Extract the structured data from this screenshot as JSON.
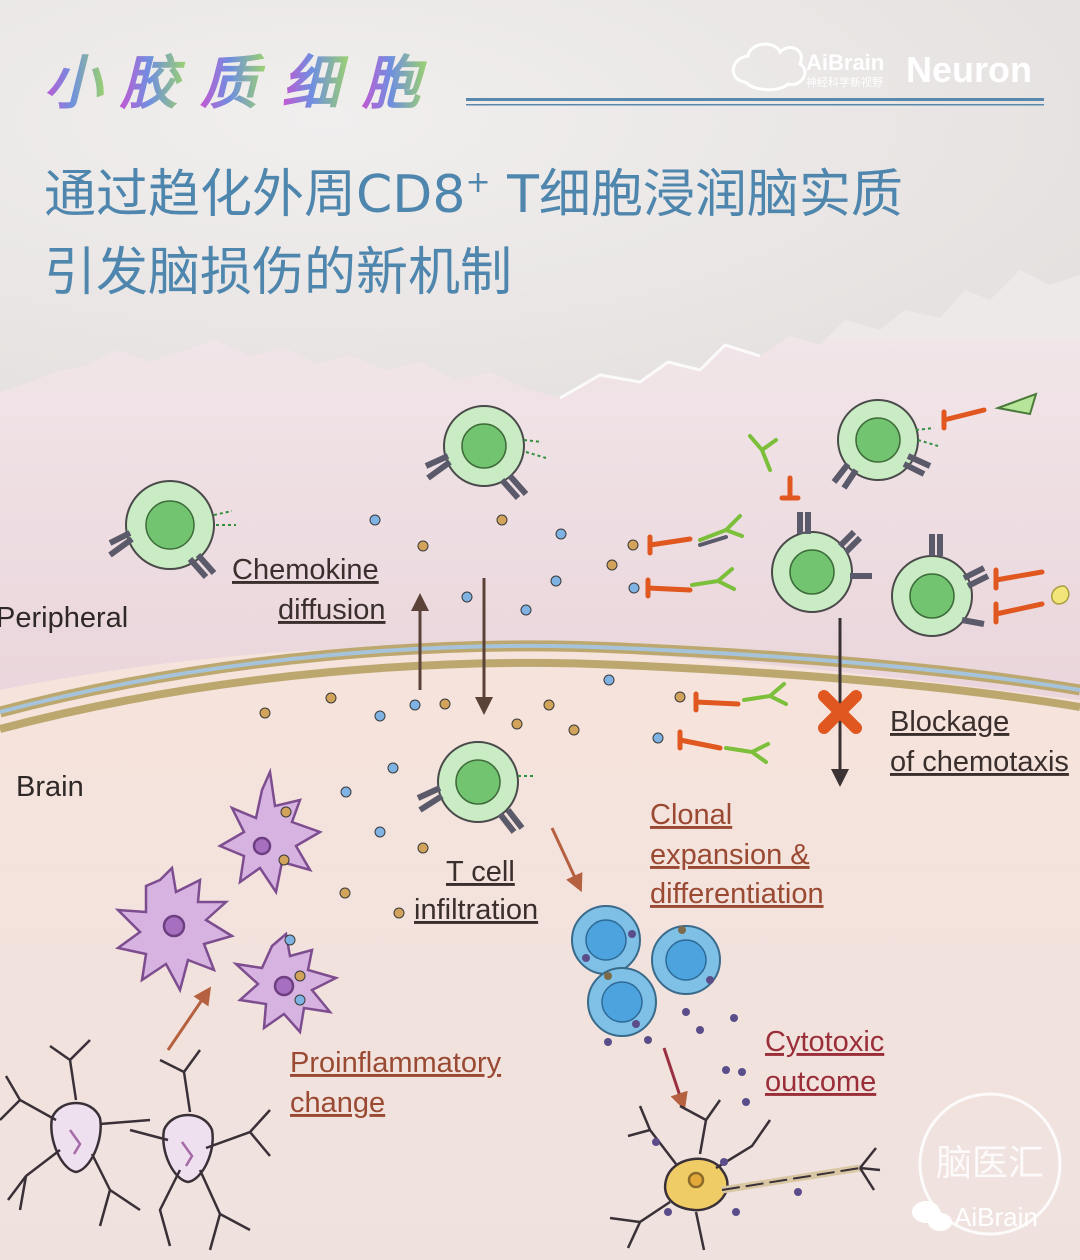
{
  "header": {
    "series_title": "小胶质细胞",
    "series_title_chars": [
      "小",
      "胶",
      "质",
      "细",
      "胞"
    ],
    "brand_top": "AiBrain",
    "brand_sub": "神经科学新视野",
    "brand_journal": "Neuron",
    "headline_line1_pre": "通过趋化外周CD8",
    "headline_sup": "+",
    "headline_line1_post": " T细胞浸润脑实质",
    "headline_line2": "引发脑损伤的新机制"
  },
  "diagram": {
    "regions": {
      "peripheral": "Peripheral",
      "brain": "Brain"
    },
    "labels": {
      "chemokine_1": "Chemokine",
      "chemokine_2": "diffusion",
      "blockage_1": "Blockage",
      "blockage_2": "of chemotaxis",
      "clonal_1": "Clonal",
      "clonal_2": "expansion &",
      "clonal_3": "differentiation",
      "tcell_1": "T cell",
      "tcell_2": "infiltration",
      "proinf_1": "Proinflammatory",
      "proinf_2": "change",
      "cytotoxic_1": "Cytotoxic",
      "cytotoxic_2": "outcome"
    }
  },
  "watermark": {
    "stamp": "脑医汇",
    "wechat": "AiBrain"
  },
  "colors": {
    "headline": "#4e86ad",
    "rule": "#5a88ac",
    "label_dark": "#3a2f2c",
    "label_rust": "#9a4a32",
    "membrane": "#b9a66c",
    "membrane_inner": "#9fbfdc",
    "tcell": "#8fd08a",
    "effector": "#6ab2df",
    "microglia": "#b689c4",
    "antibody": "#7bbf3a",
    "inhibitor": "#e0571f"
  }
}
